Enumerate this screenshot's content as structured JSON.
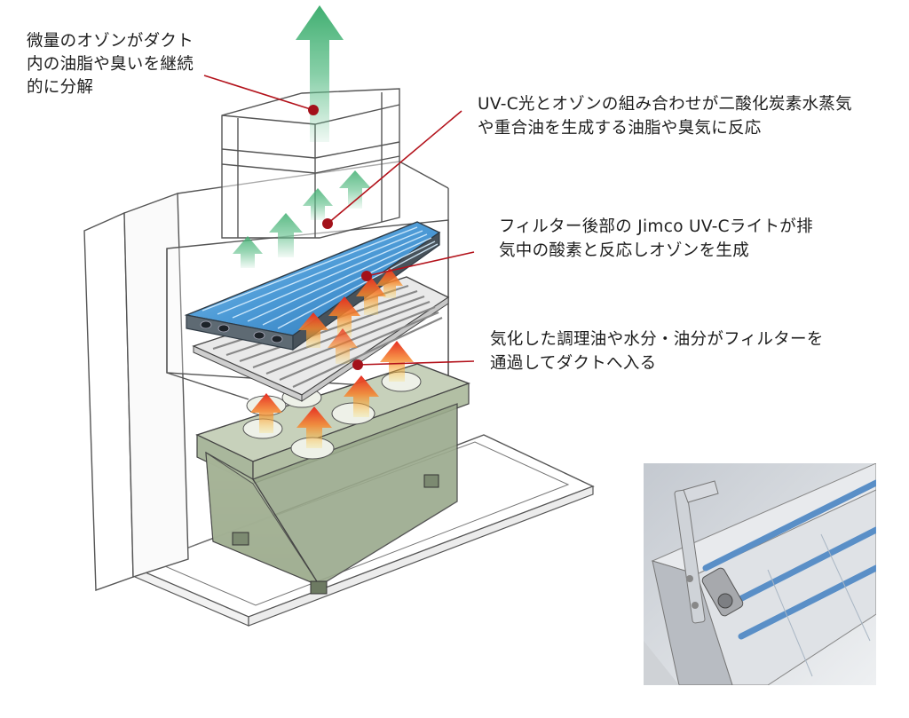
{
  "callouts": {
    "ozone_duct": {
      "line1": "微量のオゾンがダクト",
      "line2": "内の油脂や臭いを継続",
      "line3": "的に分解"
    },
    "uvc_reaction": {
      "line1": "UV-C光とオゾンの組み合わせが二酸化炭素水蒸気",
      "line2": "や重合油を生成する油脂や臭気に反応"
    },
    "uv_light": {
      "line1": "フィルター後部の Jimco UV-Cライトが排",
      "line2": "気中の酸素と反応しオゾンを生成"
    },
    "vapor_filter": {
      "line1": "気化した調理油や水分・油分がフィルターを",
      "line2": "通過してダクトへ入る"
    }
  },
  "colors": {
    "leader_line": "#b3121b",
    "leader_dot": "#a3111a",
    "green_arrow": "#5fbf8a",
    "red_arrow": "#e8312a",
    "uv_panel": "#5ea9e0",
    "appliance": "#9aa98c"
  }
}
